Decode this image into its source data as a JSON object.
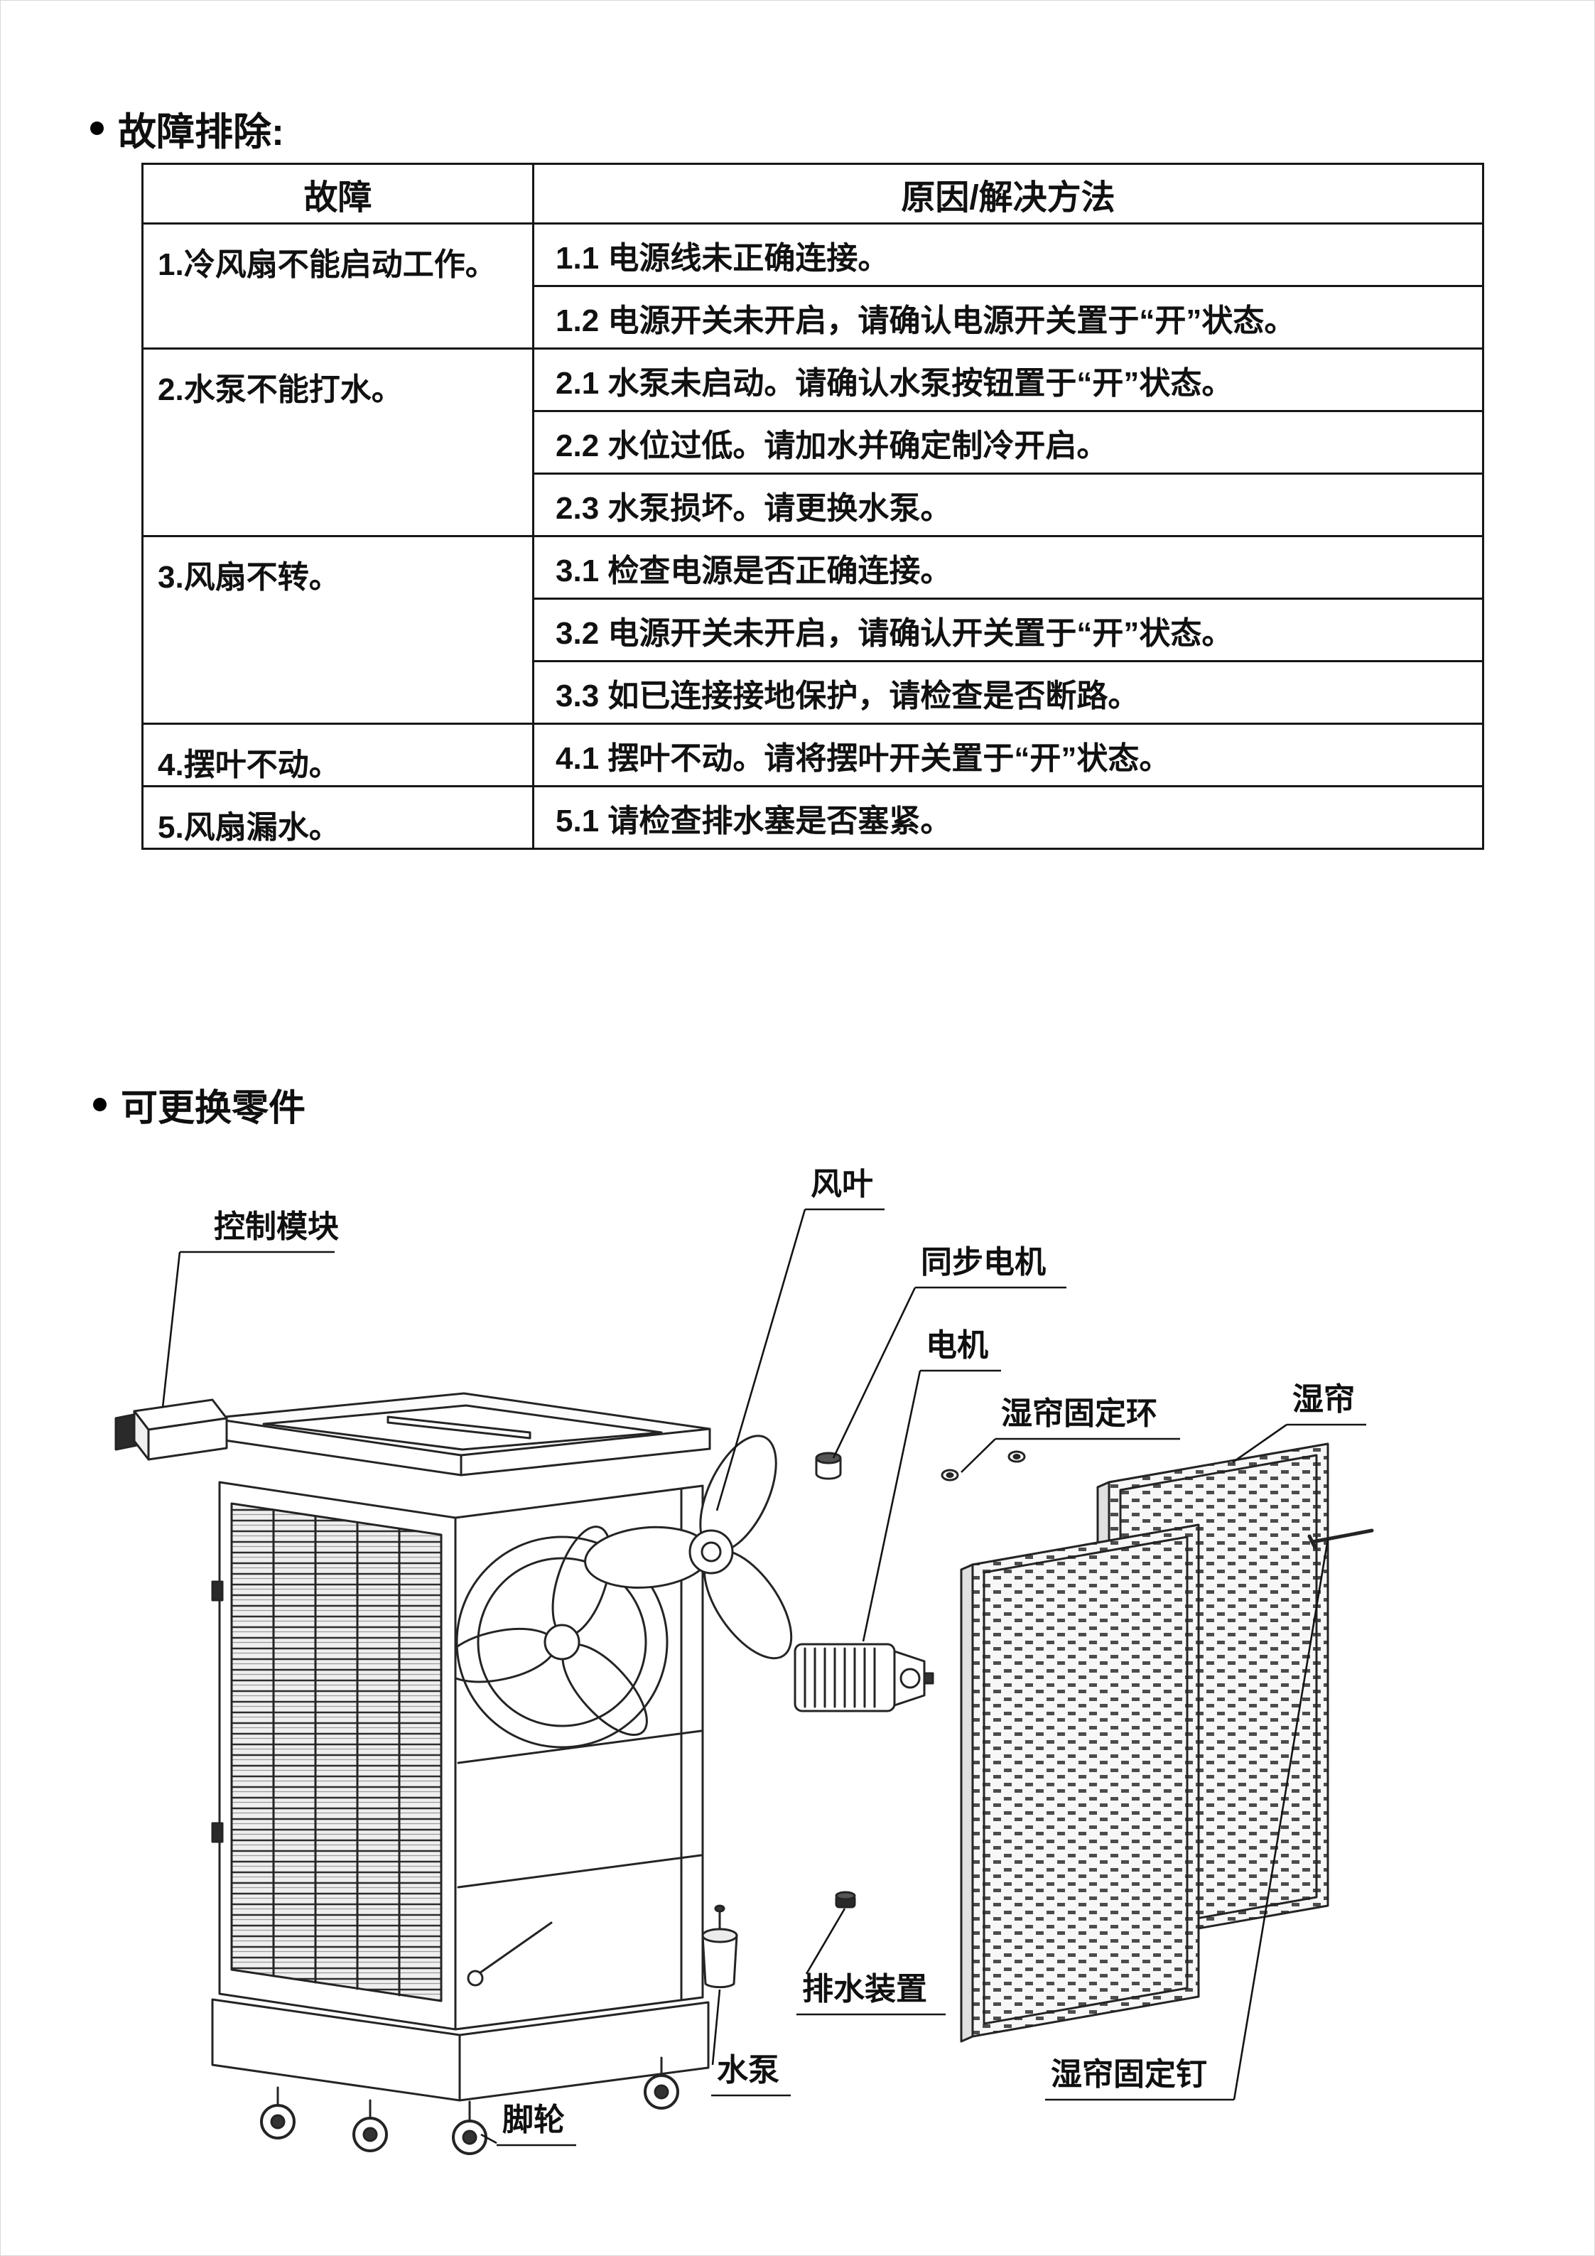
{
  "sections": {
    "troubleshooting": {
      "title": "故障排除:"
    },
    "parts": {
      "title": "可更换零件"
    }
  },
  "table": {
    "headers": {
      "fault": "故障",
      "solution": "原因/解决方法"
    },
    "groups": [
      {
        "fault": "1.冷风扇不能启动工作。",
        "solutions": [
          "1.1 电源线未正确连接。",
          "1.2 电源开关未开启，请确认电源开关置于“开”状态。"
        ]
      },
      {
        "fault": "2.水泵不能打水。",
        "solutions": [
          "2.1 水泵未启动。请确认水泵按钮置于“开”状态。",
          "2.2 水位过低。请加水并确定制冷开启。",
          "2.3 水泵损坏。请更换水泵。"
        ]
      },
      {
        "fault": "3.风扇不转。",
        "solutions": [
          "3.1 检查电源是否正确连接。",
          "3.2 电源开关未开启，请确认开关置于“开”状态。",
          "3.3 如已连接接地保护，请检查是否断路。"
        ]
      },
      {
        "fault": "4.摆叶不动。",
        "solutions": [
          "4.1 摆叶不动。请将摆叶开关置于“开”状态。"
        ]
      },
      {
        "fault": "5.风扇漏水。",
        "solutions": [
          "5.1 请检查排水塞是否塞紧。"
        ]
      }
    ]
  },
  "diagram": {
    "labels": {
      "control_module": "控制模块",
      "fan_blade": "风叶",
      "sync_motor": "同步电机",
      "motor": "电机",
      "curtain_ring": "湿帘固定环",
      "curtain": "湿帘",
      "drain_device": "排水装置",
      "water_pump": "水泵",
      "caster": "脚轮",
      "curtain_pin": "湿帘固定钉"
    },
    "line_color": "#141414"
  }
}
